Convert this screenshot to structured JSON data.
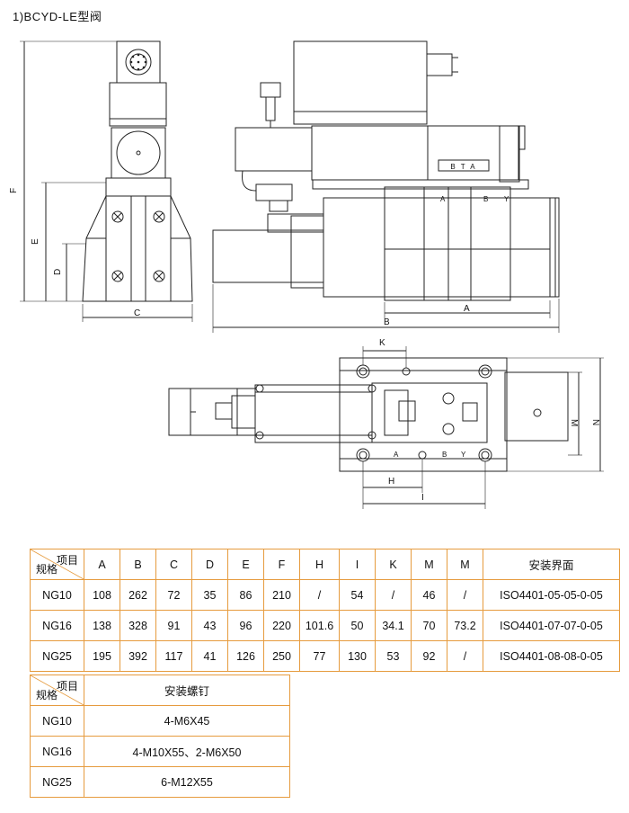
{
  "title": "1)BCYD-LE型阀",
  "brand_plate": "B T A",
  "labels": {
    "A": "A",
    "B": "B",
    "C": "C",
    "D": "D",
    "E": "E",
    "F": "F",
    "H": "H",
    "I": "I",
    "K": "K",
    "M": "M",
    "N": "N",
    "port_a": "A",
    "port_b": "B",
    "port_y": "Y"
  },
  "table1": {
    "corner_top": "项目",
    "corner_bottom": "规格",
    "headers": [
      "A",
      "B",
      "C",
      "D",
      "E",
      "F",
      "H",
      "I",
      "K",
      "M",
      "M",
      "安装界面"
    ],
    "rows": [
      {
        "spec": "NG10",
        "cells": [
          "108",
          "262",
          "72",
          "35",
          "86",
          "210",
          "/",
          "54",
          "/",
          "46",
          "/",
          "ISO4401-05-05-0-05"
        ]
      },
      {
        "spec": "NG16",
        "cells": [
          "138",
          "328",
          "91",
          "43",
          "96",
          "220",
          "101.6",
          "50",
          "34.1",
          "70",
          "73.2",
          "ISO4401-07-07-0-05"
        ]
      },
      {
        "spec": "NG25",
        "cells": [
          "195",
          "392",
          "117",
          "41",
          "126",
          "250",
          "77",
          "130",
          "53",
          "92",
          "/",
          "ISO4401-08-08-0-05"
        ]
      }
    ]
  },
  "table2": {
    "corner_top": "项目",
    "corner_bottom": "规格",
    "header": "安装螺钉",
    "rows": [
      {
        "spec": "NG10",
        "value": "4-M6X45"
      },
      {
        "spec": "NG16",
        "value": "4-M10X55、2-M6X50"
      },
      {
        "spec": "NG25",
        "value": "6-M12X55"
      }
    ]
  },
  "colors": {
    "table_border": "#e69b3e",
    "line": "#222222"
  }
}
